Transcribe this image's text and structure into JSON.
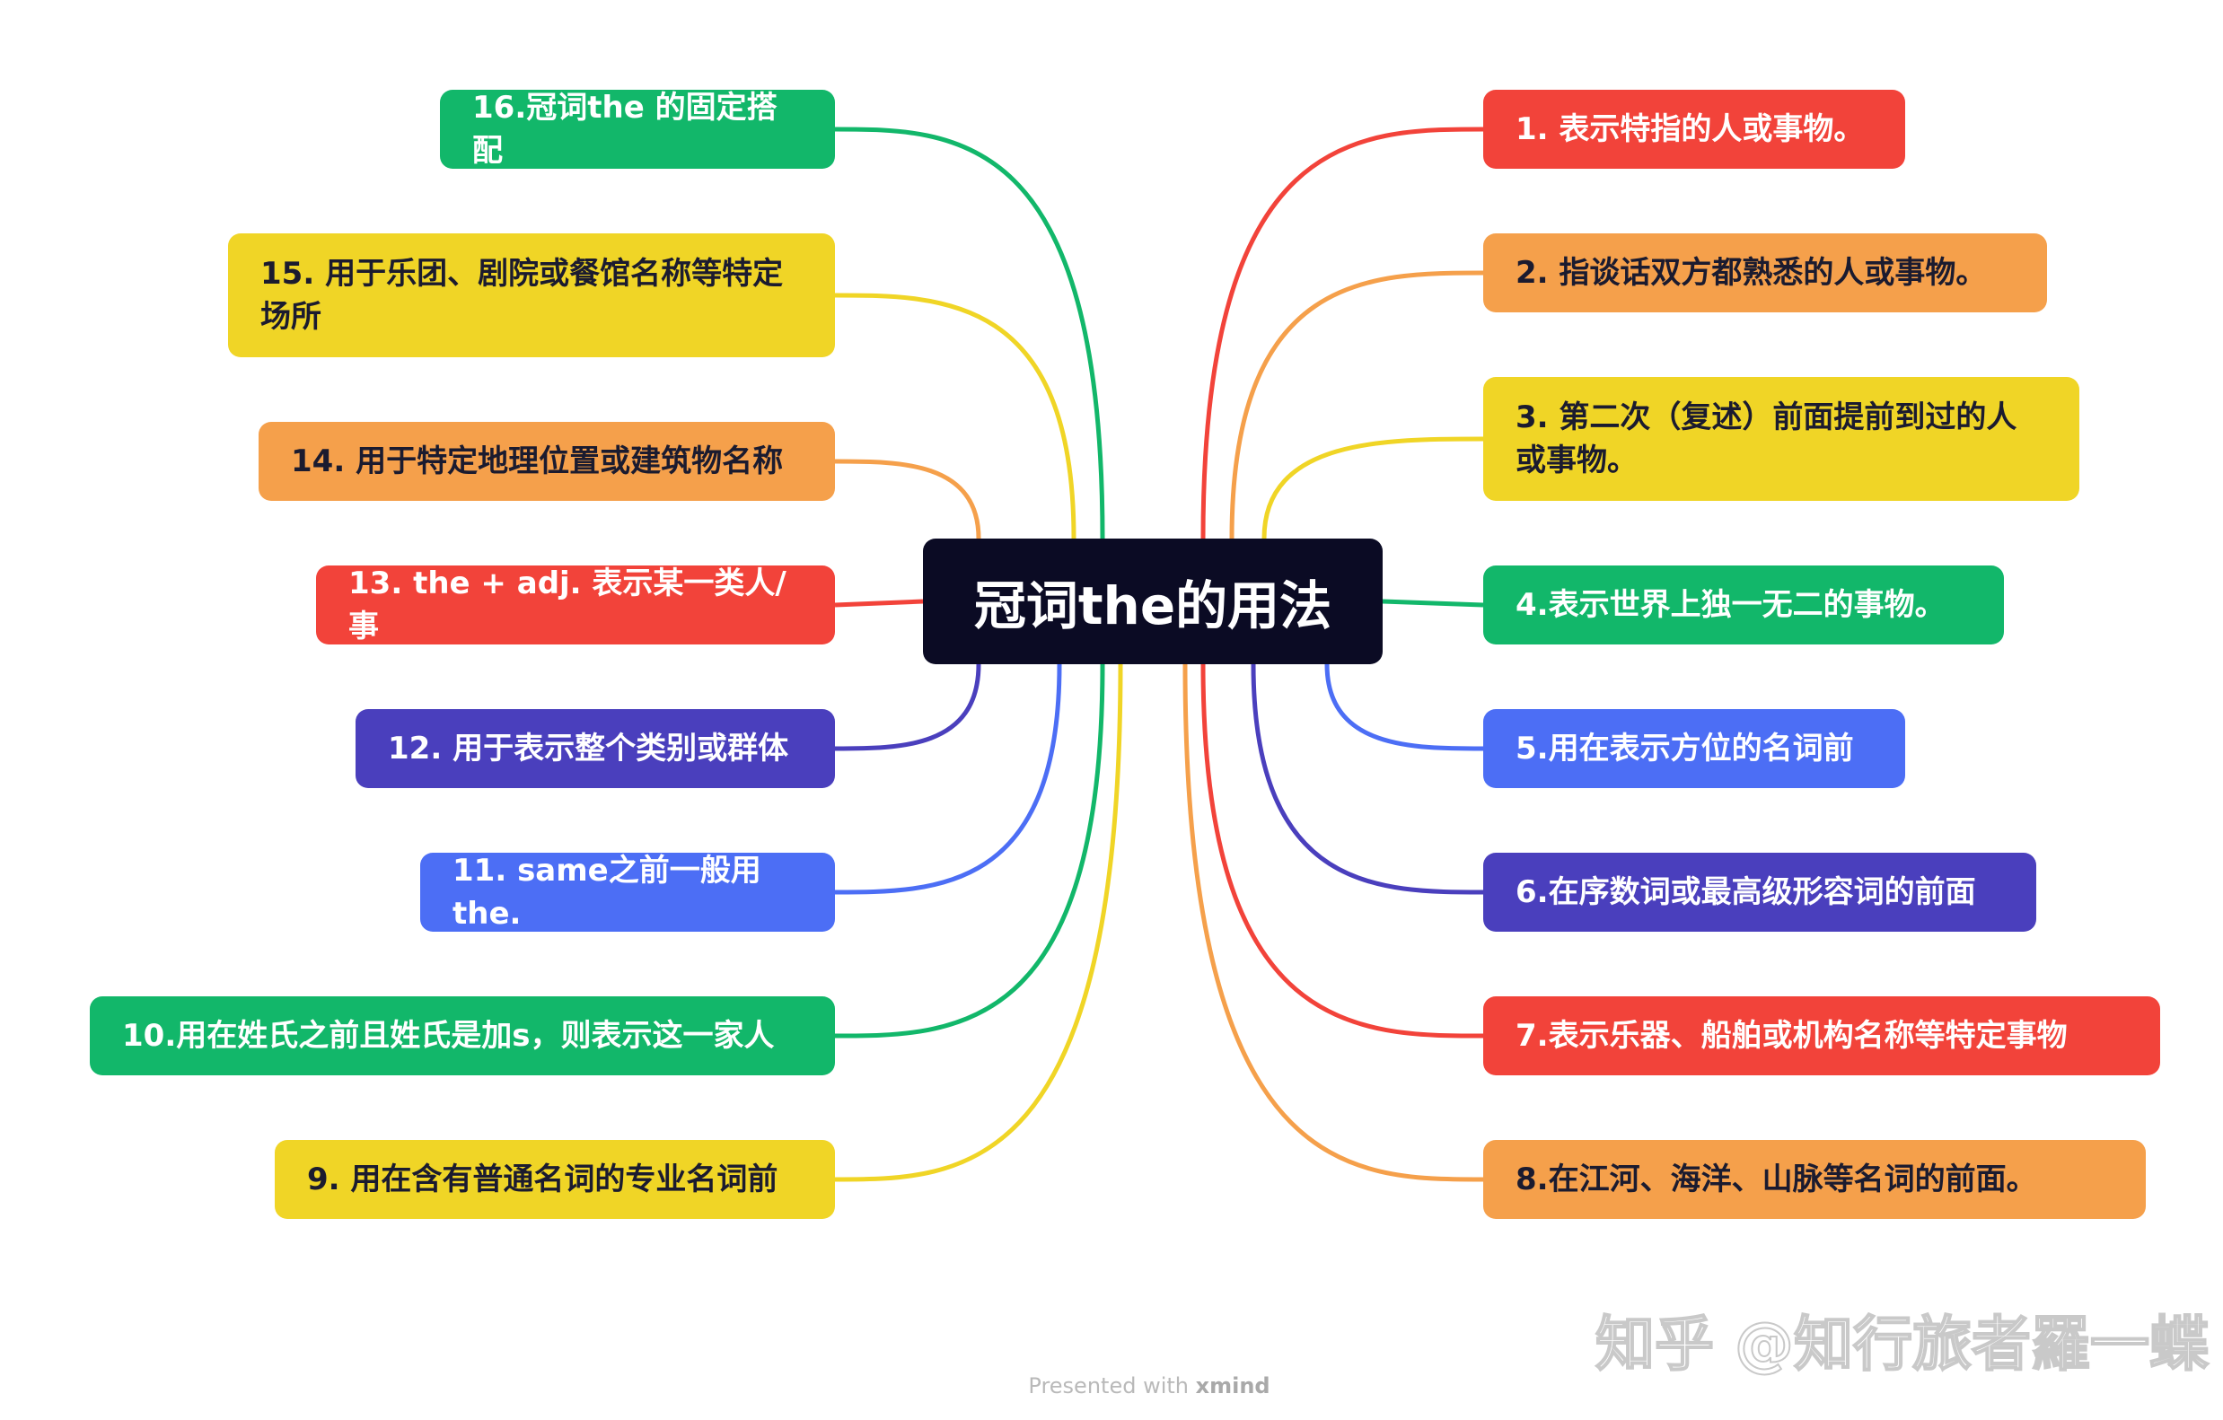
{
  "root": {
    "label": "冠词the的用法"
  },
  "colors": {
    "red": "#f2433a",
    "orange": "#f5a04b",
    "yellow": "#f0d526",
    "green": "#12b76a",
    "blue": "#4c6ef5",
    "indigo": "#4a3fbd",
    "root_bg": "#0b0b24"
  },
  "right_nodes": [
    {
      "label": "1. 表示特指的人或事物。",
      "color": "red"
    },
    {
      "label": "2. 指谈话双方都熟悉的人或事物。",
      "color": "orange"
    },
    {
      "label": "3. 第二次（复述）前面提前到过的人\n或事物。",
      "color": "yellow"
    },
    {
      "label": "4.表示世界上独一无二的事物。",
      "color": "green"
    },
    {
      "label": "5.用在表示方位的名词前",
      "color": "blue"
    },
    {
      "label": "6.在序数词或最高级形容词的前面",
      "color": "indigo"
    },
    {
      "label": "7.表示乐器、船舶或机构名称等特定事物",
      "color": "red"
    },
    {
      "label": "8.在江河、海洋、山脉等名词的前面。",
      "color": "orange"
    }
  ],
  "left_nodes": [
    {
      "label": "16.冠词the 的固定搭配",
      "color": "green"
    },
    {
      "label": "15. 用于乐团、剧院或餐馆名称等特定\n场所",
      "color": "yellow"
    },
    {
      "label": "14. 用于特定地理位置或建筑物名称",
      "color": "orange"
    },
    {
      "label": "13. the + adj. 表示某一类人/事",
      "color": "red"
    },
    {
      "label": "12. 用于表示整个类别或群体",
      "color": "indigo"
    },
    {
      "label": "11. same之前一般用the.",
      "color": "blue"
    },
    {
      "label": "10.用在姓氏之前且姓氏是加s，则表示这一家人",
      "color": "green"
    },
    {
      "label": "9. 用在含有普通名词的专业名词前",
      "color": "yellow"
    }
  ],
  "footer": {
    "prefix": "Presented with",
    "brand": "xmind"
  },
  "watermark": "知乎 @知行旅者羅一蝶"
}
